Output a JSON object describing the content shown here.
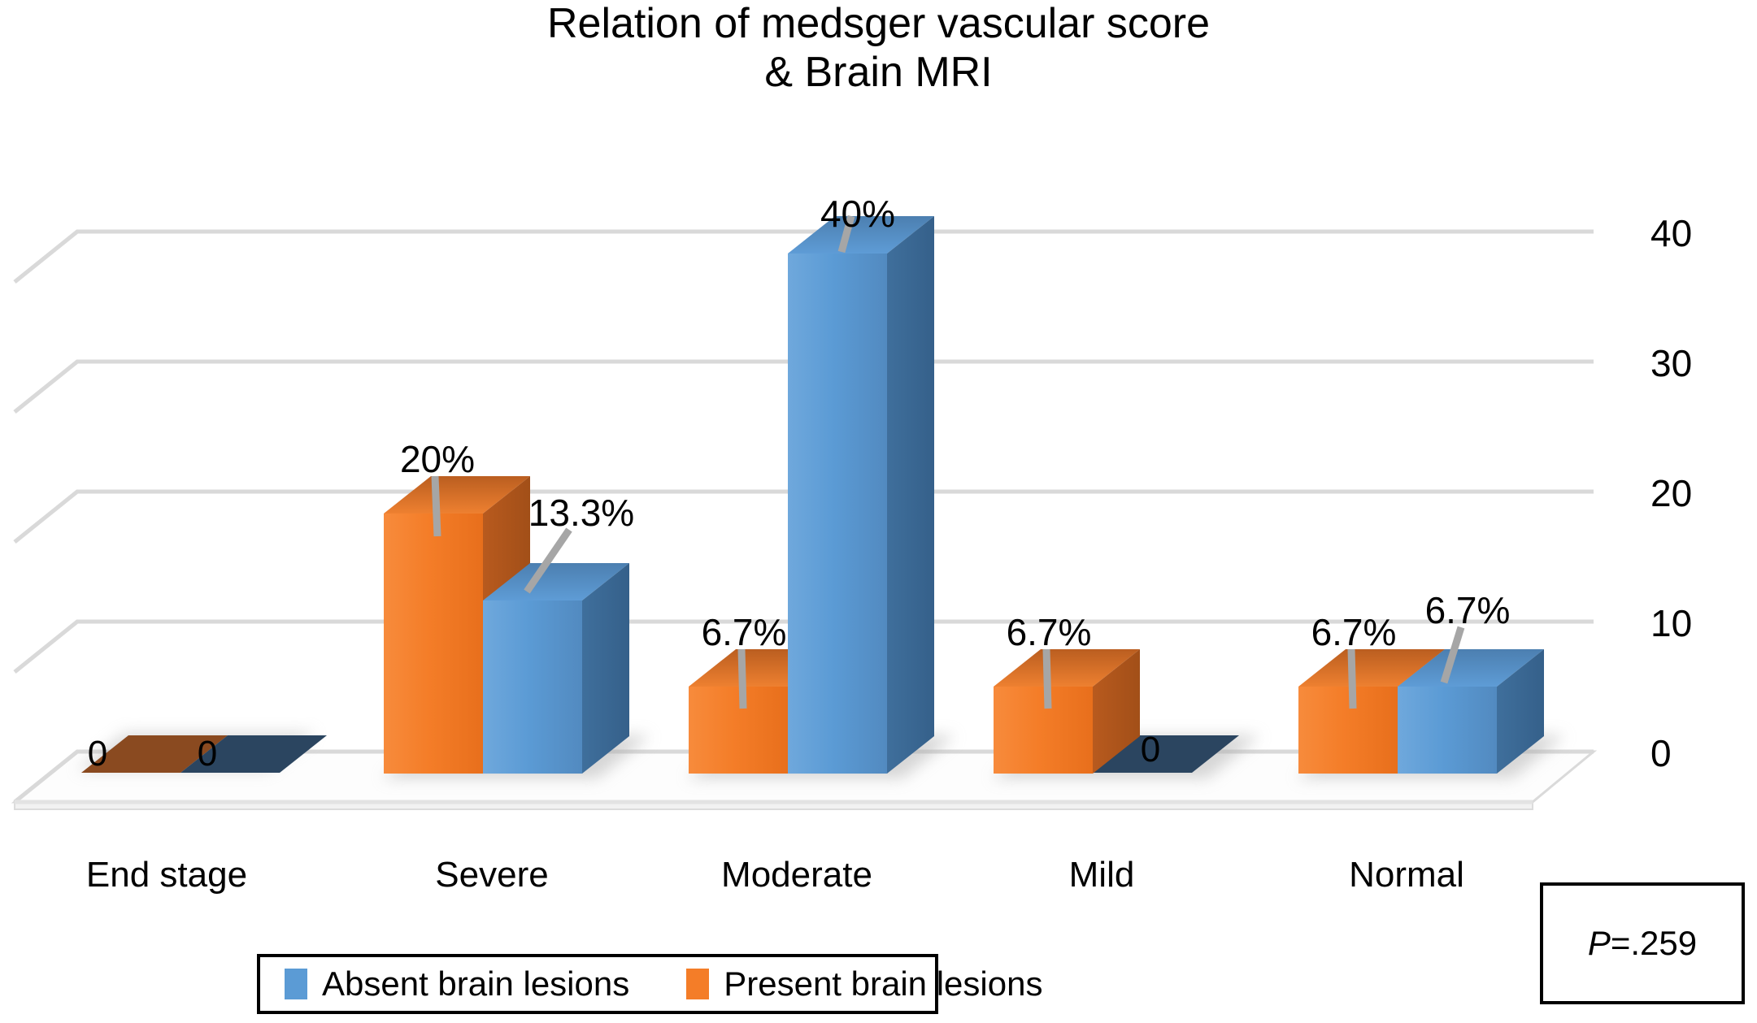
{
  "title": {
    "line1": "Relation of medsger vascular score",
    "line2": "& Brain MRI"
  },
  "legend": {
    "absent_label": "Absent brain lesions",
    "present_label": "Present brain lesions",
    "absent_color": "#5B9BD5",
    "present_color": "#F47D28"
  },
  "stats": {
    "p_symbol": "P",
    "p_value": "=.259",
    "p_full": "P=.259"
  },
  "axis": {
    "y_ticks": [
      "40",
      "30",
      "20",
      "10",
      "0"
    ],
    "x_labels": [
      "End stage",
      "Severe",
      "Moderate",
      "Mild",
      "Normal"
    ]
  },
  "labels": {
    "endstage_present": "0",
    "endstage_absent": "0",
    "severe_present": "20%",
    "severe_absent": "13.3%",
    "moderate_present": "6.7%",
    "moderate_absent": "40%",
    "mild_present": "6.7%",
    "mild_absent": "0",
    "normal_present": "6.7%",
    "normal_absent": "6.7%"
  },
  "chart_data": {
    "type": "bar",
    "title": "Relation of medsger vascular score & Brain MRI",
    "subtitle": "",
    "xlabel": "",
    "ylabel": "",
    "categories": [
      "End stage",
      "Severe",
      "Moderate",
      "Mild",
      "Normal"
    ],
    "series": [
      {
        "name": "Present brain lesions",
        "color": "#F47D28",
        "values": [
          0,
          20,
          6.7,
          6.7,
          6.7
        ],
        "labels": [
          "0",
          "20%",
          "6.7%",
          "6.7%",
          "6.7%"
        ]
      },
      {
        "name": "Absent brain lesions",
        "color": "#5B9BD5",
        "values": [
          0,
          13.3,
          40,
          0,
          6.7
        ],
        "labels": [
          "0",
          "13.3%",
          "40%",
          "0",
          "6.7%"
        ]
      }
    ],
    "ylim": [
      0,
      40
    ],
    "yticks": [
      0,
      10,
      20,
      30,
      40
    ],
    "grid": true,
    "legend_position": "bottom",
    "three_d": true,
    "annotation": "P=.259"
  }
}
